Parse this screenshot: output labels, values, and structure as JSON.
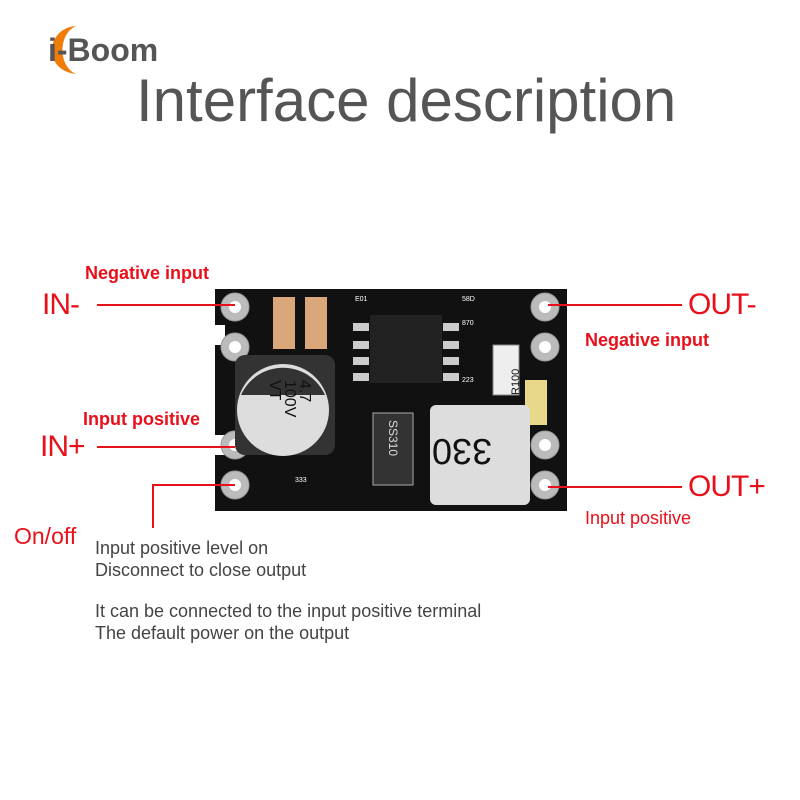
{
  "brand": {
    "logo_text": "i-Boom",
    "accent": "#f07d0a"
  },
  "title": "Interface description",
  "board": {
    "cap_top": "4.7",
    "cap_mid": "100V",
    "cap_bot": "VT",
    "diode": "SS310",
    "inductor": "330",
    "resistor": "R100",
    "smd_labels": [
      "E01",
      "58D",
      "870",
      "223",
      "333"
    ]
  },
  "pins": {
    "in_minus": {
      "name": "IN-",
      "desc": "Negative input"
    },
    "in_plus": {
      "name": "IN+",
      "desc": "Input positive"
    },
    "out_minus": {
      "name": "OUT-",
      "desc": "Negative input"
    },
    "out_plus": {
      "name": "OUT+",
      "desc": "Input positive"
    },
    "on_off": {
      "name": "On/off"
    }
  },
  "notes": [
    "Input positive level on",
    "Disconnect to close output",
    "It can be connected to the input positive terminal",
    "The default power on the output"
  ],
  "colors": {
    "red": "#e8101a",
    "gray": "#555555"
  }
}
